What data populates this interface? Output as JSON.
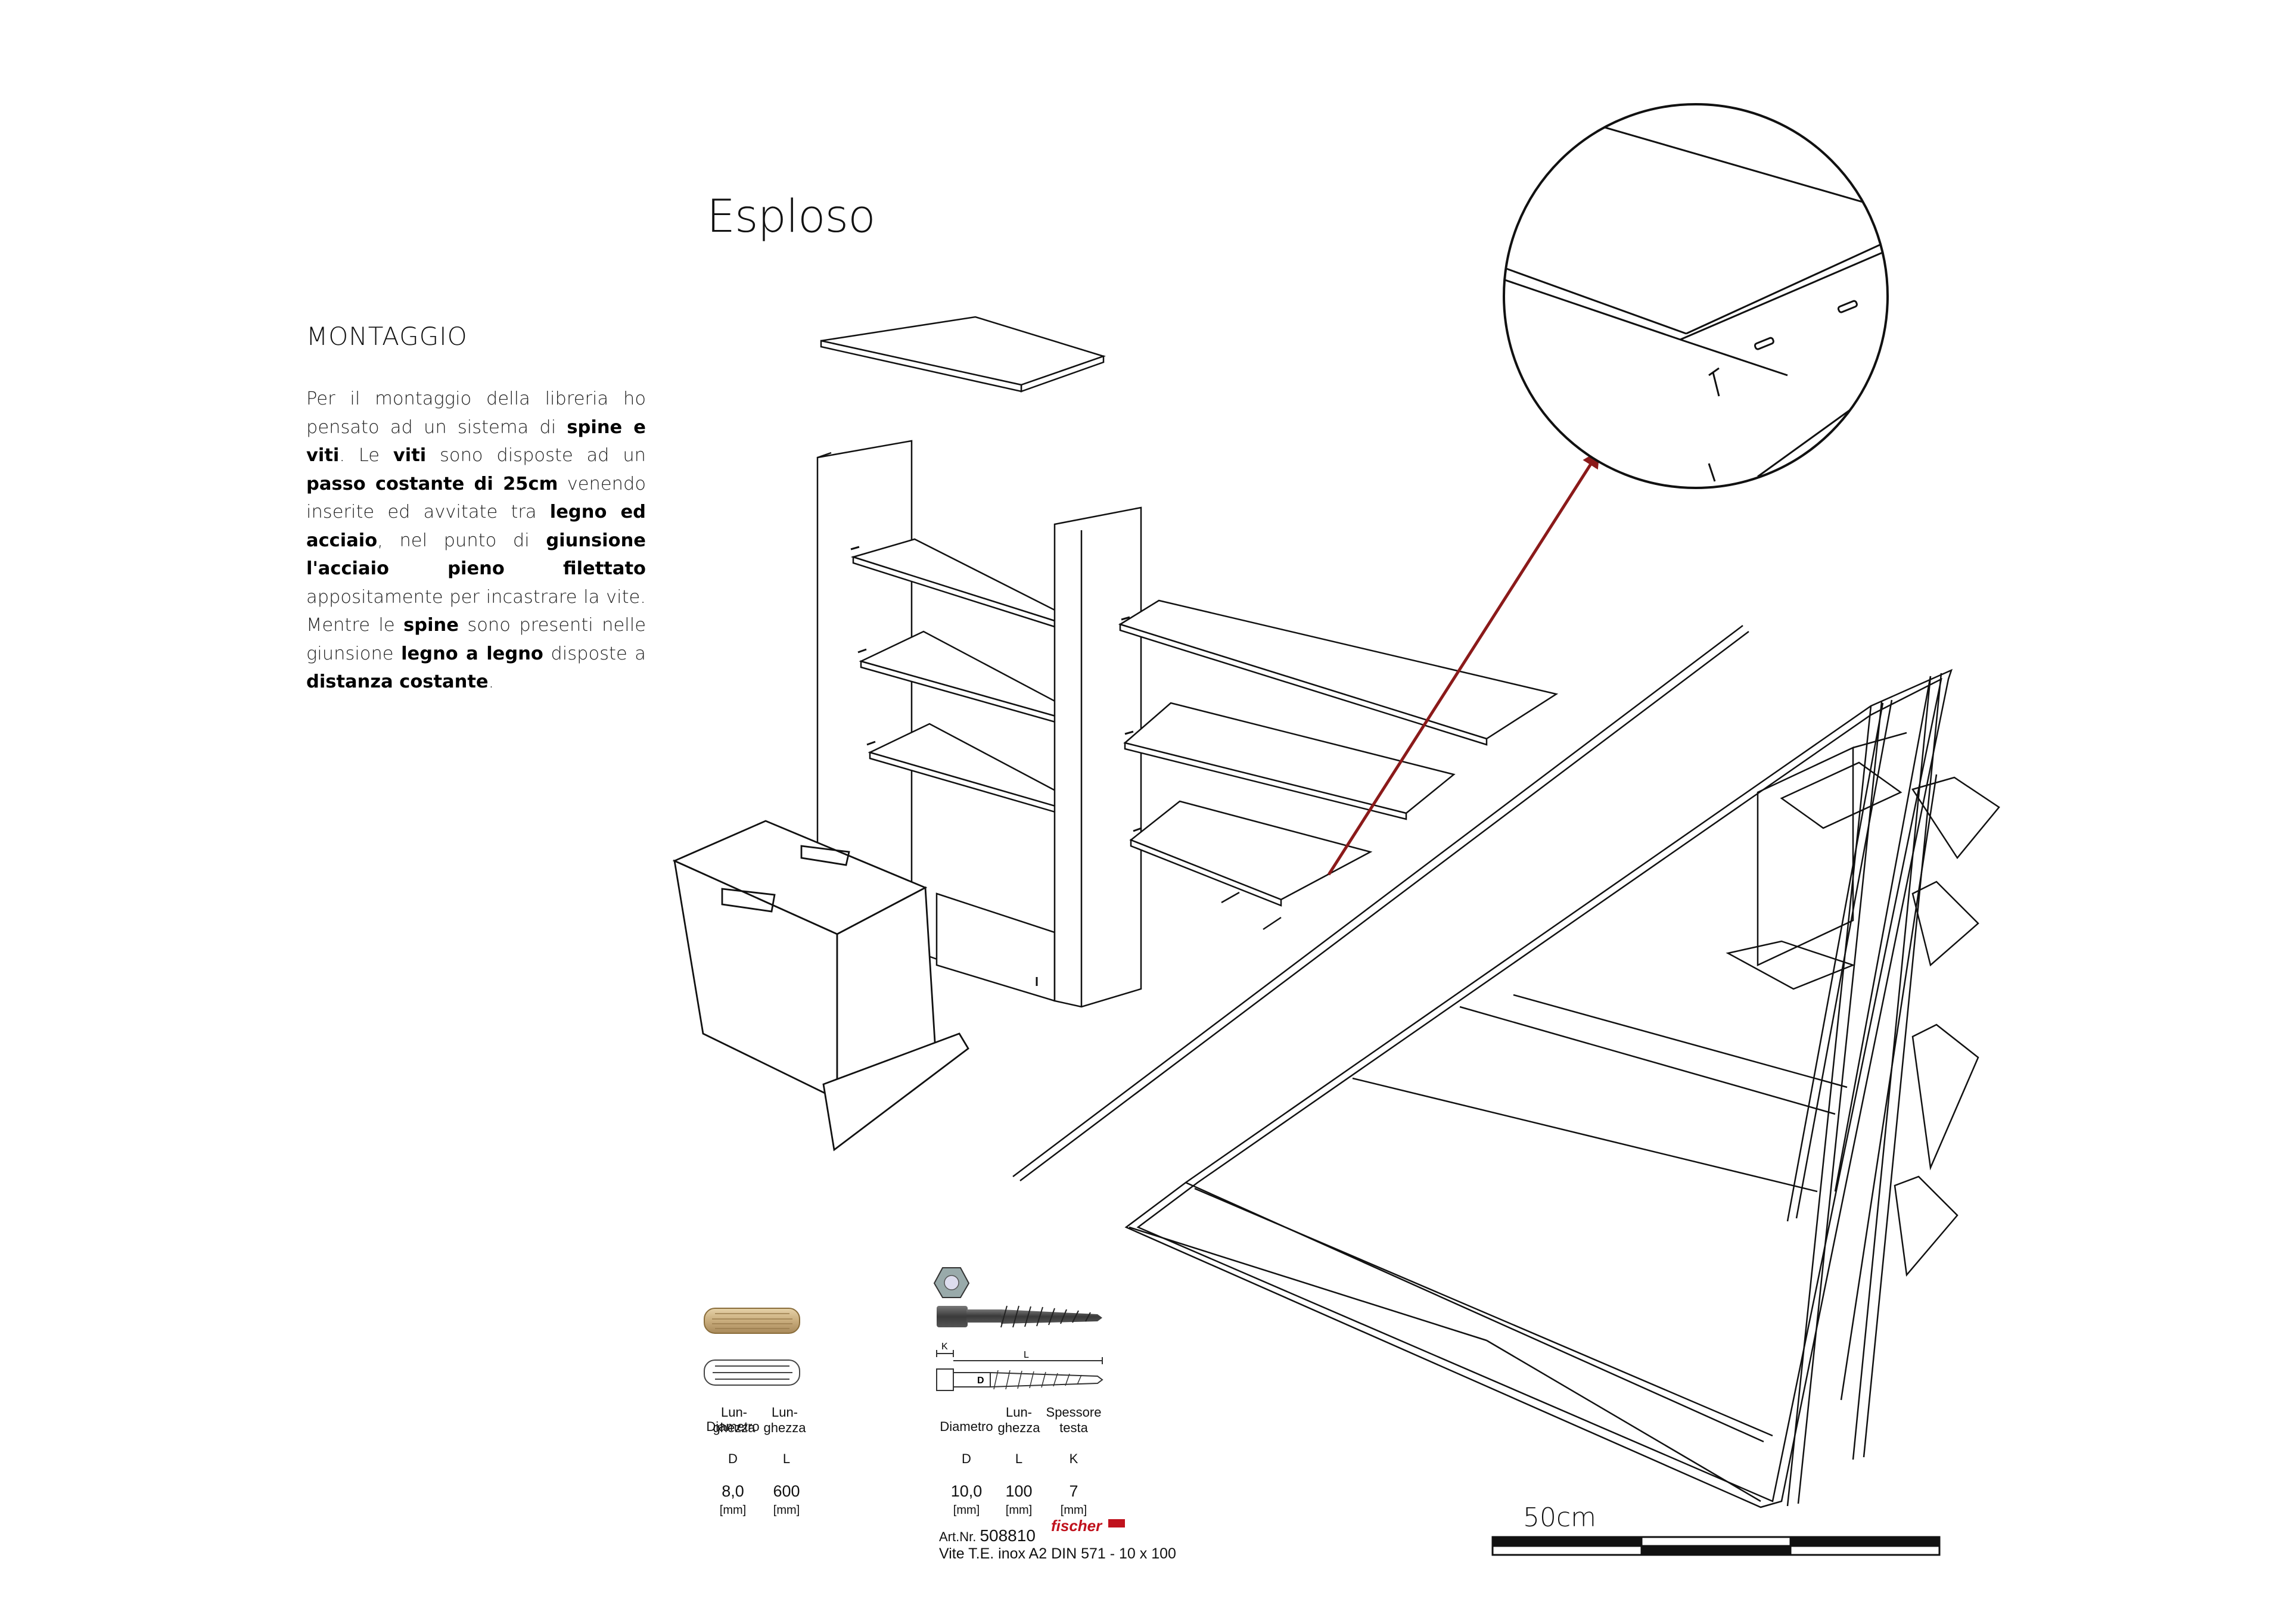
{
  "title": "Esploso",
  "section_title": "MONTAGGIO",
  "description": [
    {
      "t": "Per il montaggio della libreria ho pensato ad un sistema di "
    },
    {
      "t": "spine e viti",
      "b": true
    },
    {
      "t": ". Le "
    },
    {
      "t": "viti",
      "b": true
    },
    {
      "t": " sono disposte ad un "
    },
    {
      "t": "passo costante di 25cm",
      "b": true
    },
    {
      "t": " venendo inserite ed avvitate tra "
    },
    {
      "t": "legno ed acciaio",
      "b": true
    },
    {
      "t": ", nel punto di "
    },
    {
      "t": "giunsione l'acciaio pieno filettato",
      "b": true
    },
    {
      "t": " appositamente per incastrare la vite. Mentre le "
    },
    {
      "t": "spine",
      "b": true
    },
    {
      "t": " sono presenti nelle giunsione "
    },
    {
      "t": "legno a legno",
      "b": true
    },
    {
      "t": " disposte a "
    },
    {
      "t": "distanza costante",
      "b": true
    },
    {
      "t": "."
    }
  ],
  "dowel": {
    "diameter_label": "Diametro",
    "length_label": "Lun-\nghezza",
    "d_symbol": "D",
    "l_symbol": "L",
    "diameter_value": "8,0",
    "length_value": "600",
    "unit": "[mm]"
  },
  "screw": {
    "diameter_label": "Diametro",
    "length_label": "Lun-\nghezza",
    "head_label": "Spessore\ntesta",
    "d_symbol": "D",
    "l_symbol": "L",
    "k_symbol": "K",
    "diameter_value": "10,0",
    "length_value": "100",
    "head_value": "7",
    "unit": "[mm]",
    "art_label": "Art.Nr.",
    "art_number": "508810",
    "brand": "fischer",
    "description": "Vite T.E. inox A2 DIN 571 - 10 x 100",
    "diagram_k": "K",
    "diagram_l": "L",
    "diagram_d": "D"
  },
  "scale_bar": {
    "label": "50cm"
  },
  "colors": {
    "arrow": "#8b1a1a",
    "line": "#111111",
    "dowel": "#c9ad7d"
  }
}
